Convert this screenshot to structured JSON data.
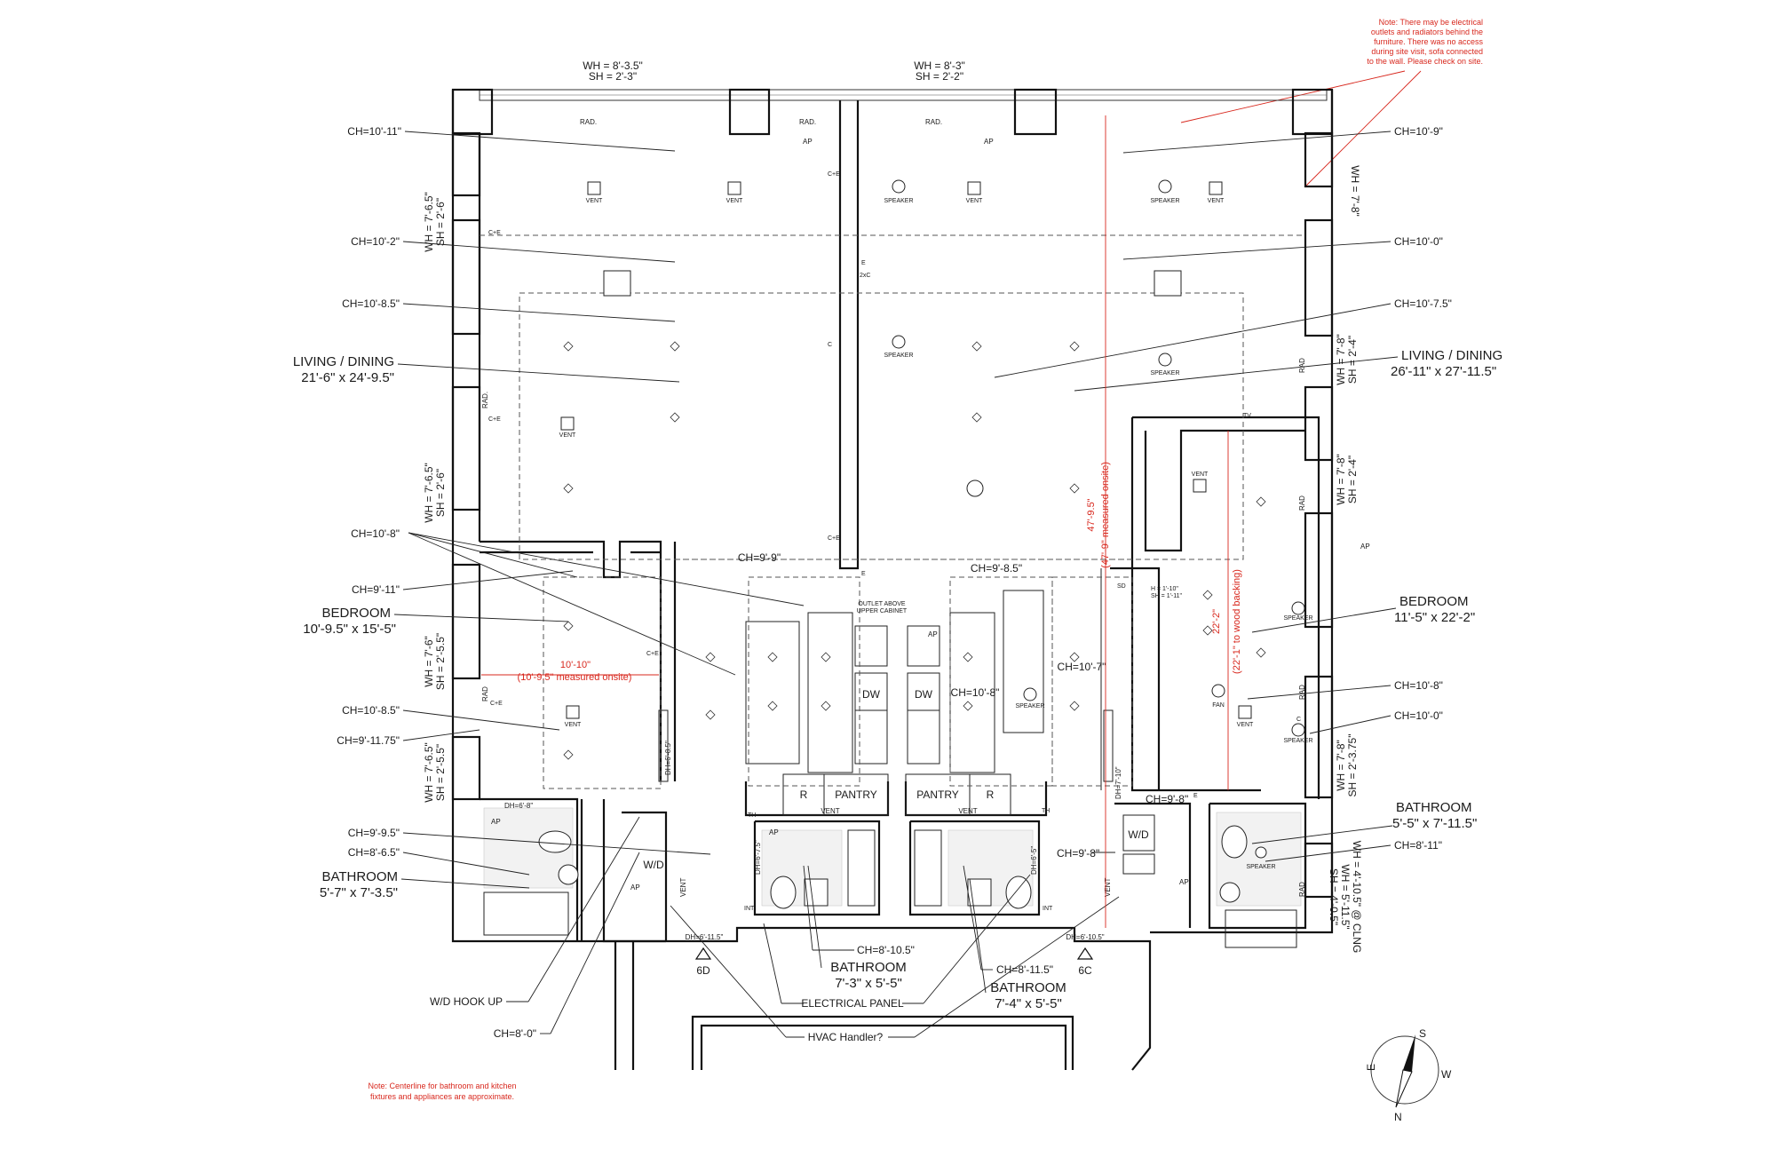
{
  "top_window_labels": [
    {
      "wh": "WH = 8'-3.5\"",
      "sh": "SH = 2'-3\""
    },
    {
      "wh": "WH = 8'-3\"",
      "sh": "SH = 2'-2\""
    }
  ],
  "notes": {
    "top_right": [
      "Note: There may be electrical",
      "outlets and radiators behind the",
      "furniture. There was no access",
      "during site visit, sofa connected",
      "to the wall. Please check on site."
    ],
    "bottom_left": [
      "Note: Centerline for bathroom and kitchen",
      "fixtures and appliances are approximate."
    ]
  },
  "left_callouts": {
    "ch1": "CH=10'-11\"",
    "ch2": "CH=10'-2\"",
    "ch3": "CH=10'-8.5\"",
    "living_name": "LIVING / DINING",
    "living_dim": "21'-6\" x 24'-9.5\"",
    "ch4": "CH=10'-8\"",
    "ch5": "CH=9'-11\"",
    "bedroom_name": "BEDROOM",
    "bedroom_dim": "10'-9.5\" x 15'-5\"",
    "ch6": "CH=10'-8.5\"",
    "ch7": "CH=9'-11.75\"",
    "ch8": "CH=9'-9.5\"",
    "ch9": "CH=8'-6.5\"",
    "bath_name": "BATHROOM",
    "bath_dim": "5'-7\" x 7'-3.5\"",
    "wd_hookup": "W/D HOOK UP",
    "ch10": "CH=8'-0\""
  },
  "left_wall_labels": [
    {
      "wh": "WH = 7'-6.5\"",
      "sh": "SH = 2'-6\""
    },
    {
      "wh": "WH = 7'-6.5\"",
      "sh": "SH = 2'-6\""
    },
    {
      "wh": "WH = 7'-6\"",
      "sh": "SH = 2'-5.5\""
    },
    {
      "wh": "WH = 7'-6.5\"",
      "sh": "SH = 2'-5.5\""
    }
  ],
  "right_callouts": {
    "ch1": "CH=10'-9\"",
    "ch2": "CH=10'-0\"",
    "ch3": "CH=10'-7.5\"",
    "living_name": "LIVING / DINING",
    "living_dim": "26'-11\" x 27'-11.5\"",
    "bedroom_name": "BEDROOM",
    "bedroom_dim": "11'-5\" x 22'-2\"",
    "ch4": "CH=10'-8\"",
    "ch5": "CH=10'-0\"",
    "bath_name": "BATHROOM",
    "bath_dim": "5'-5\" x 7'-11.5\"",
    "ch6": "CH=8'-11\"",
    "ap": "AP"
  },
  "right_wall_labels": [
    {
      "wh": "WH = 7'-8\"",
      "sh": ""
    },
    {
      "wh": "WH = 7'-8\"",
      "sh": "SH = 2'-4\""
    },
    {
      "wh": "WH = 7'-8\"",
      "sh": "SH = 2'-4\""
    },
    {
      "wh": "WH = 7'-8\"",
      "sh": "SH = 2'-3.75\""
    },
    {
      "wh": "WH = 4'-10.5\" @ CLNG",
      "sh": "WH = 5'-11.5\"",
      "sh2": "SH = 4'-0.5\""
    }
  ],
  "center_callouts": {
    "ch_kitchen_left": "CH=9'-9\"",
    "ch_kitchen_right": "CH=9'-8.5\"",
    "ch_galley": "CH=10'-8\"",
    "ch_hall": "CH=10'-7\"",
    "outlet_line1": "OUTLET ABOVE",
    "outlet_line2": "UPPER CABINET",
    "pantry": "PANTRY",
    "r": "R",
    "dw": "DW",
    "vent": "VENT",
    "wd": "W/D",
    "ch_bath_c1": "CH=8'-10.5\"",
    "ch_bath_c2": "CH=8'-11.5\"",
    "ch_9_8": "CH=9'-8\"",
    "bath_c1_name": "BATHROOM",
    "bath_c1_dim": "7'-3\" x 5'-5\"",
    "bath_c2_name": "BATHROOM",
    "bath_c2_dim": "7'-4\" x 5'-5\"",
    "electrical": "ELECTRICAL PANEL",
    "hvac": "HVAC Handler?",
    "dh_left": "DH=6'-11.5\"",
    "dh_right": "DH=6'-10.5\"",
    "unit_left": "6D",
    "unit_right": "6C",
    "ch_right_bath": "CH=9'-8\"",
    "dh_bath_left": "DH=6'-8\"",
    "dh_a": "DH=6'-7.5\"",
    "dh_b": "DH=6'-5\"",
    "dh_c": "DH=7'-10\"",
    "dh_d": "DH=6'-8.5\"",
    "h_label": "H = 1'-10\"",
    "sh_label": "SH = 1'-11\""
  },
  "red_dims": {
    "width_bedroom": "10'-10\"",
    "width_bedroom_note": "(10'-9.5\" measured onsite)",
    "vertical_main": "47'-9.5\"",
    "vertical_main_note": "(47'-9\" measured onsite)",
    "vertical_bed": "22'-2\"",
    "vertical_bed_note": "(22'-1\" to wood backing)"
  },
  "fixture_labels": {
    "vent": "VENT",
    "speaker": "SPEAKER",
    "rad": "RAD.",
    "rad_short": "RAD",
    "ap": "AP",
    "fan": "FAN",
    "th": "TH",
    "int": "INT",
    "ce": "C+E",
    "e": "E",
    "c": "C",
    "twoc": "2xC",
    "tv": "TV",
    "sd": "SD",
    "ceiling": "CLNG"
  },
  "compass": {
    "n": "N",
    "s": "S",
    "e": "E",
    "w": "W"
  }
}
